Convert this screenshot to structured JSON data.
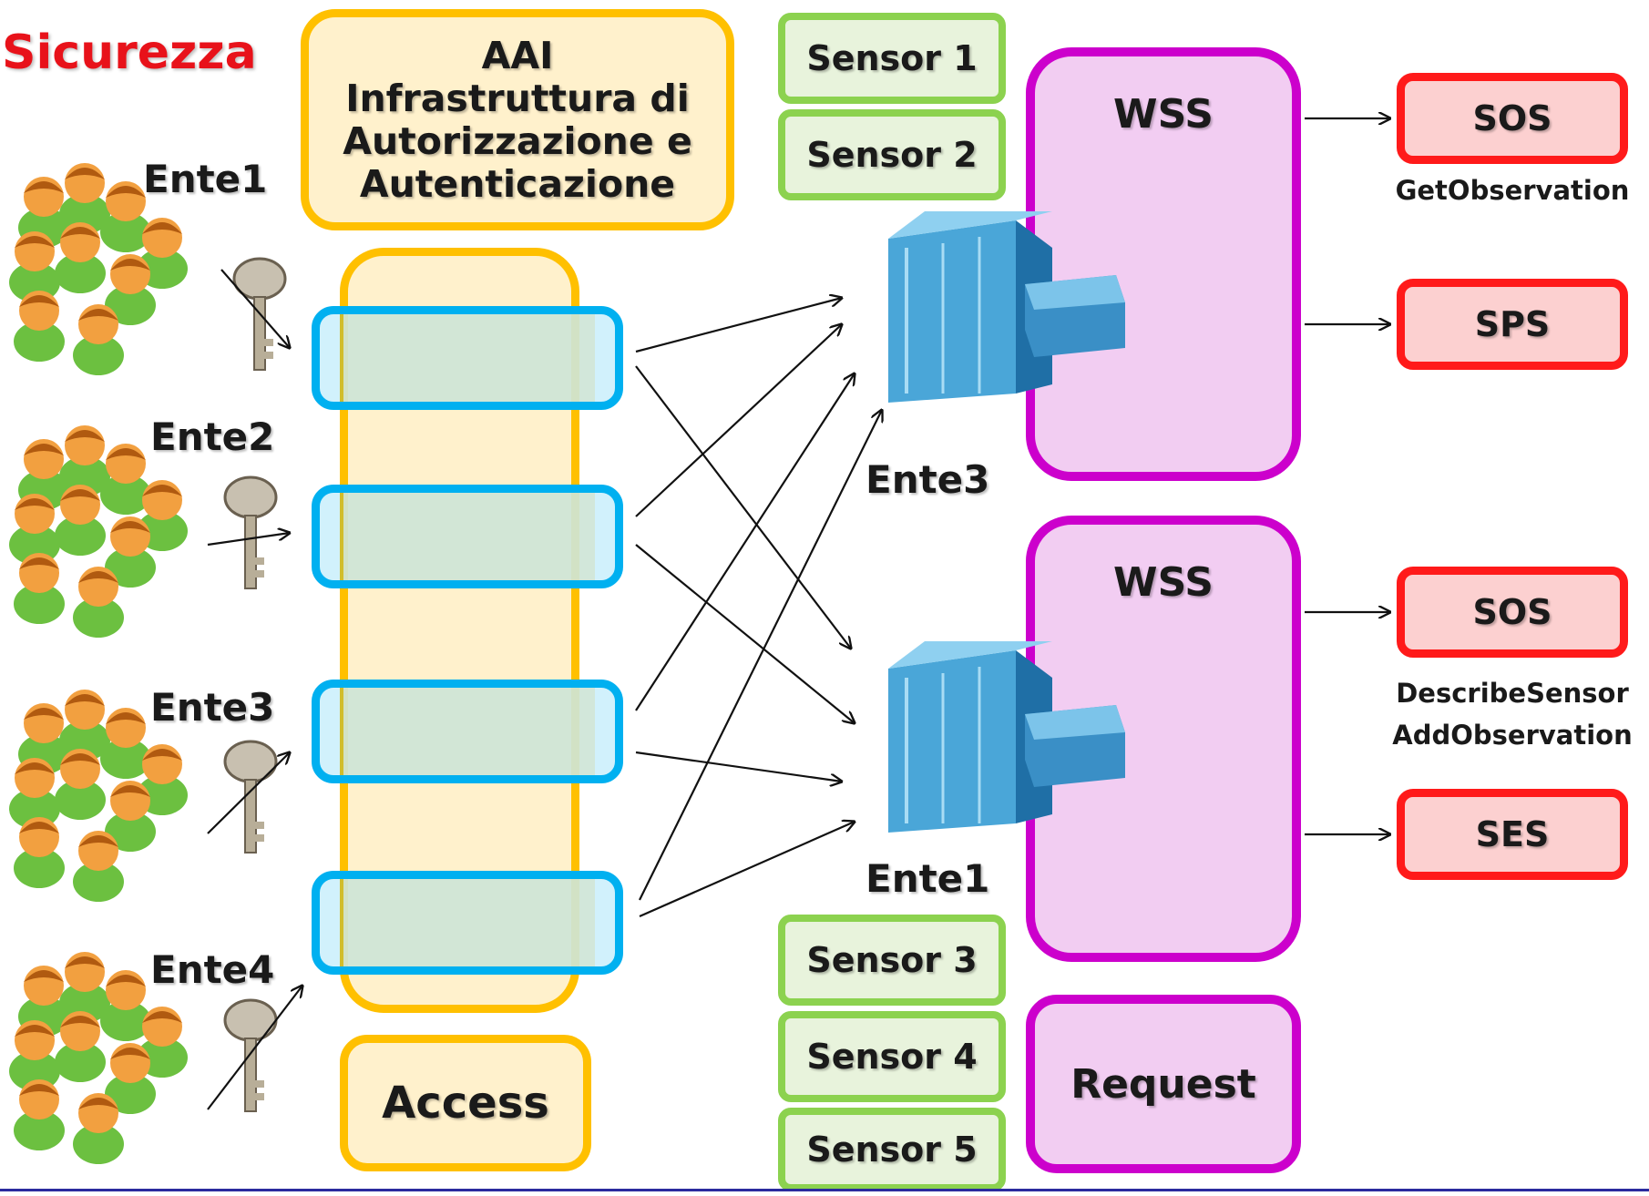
{
  "title": "Sicurezza",
  "aai": {
    "line1": "AAI",
    "line2": "Infrastruttura di",
    "line3": "Autorizzazione e",
    "line4": "Autenticazione"
  },
  "access_label": "Access",
  "user_groups": [
    {
      "label": "Ente1",
      "icon": "users-group-icon",
      "key_icon": "key-icon"
    },
    {
      "label": "Ente2",
      "icon": "users-group-icon",
      "key_icon": "key-icon"
    },
    {
      "label": "Ente3",
      "icon": "users-group-icon",
      "key_icon": "key-icon"
    },
    {
      "label": "Ente4",
      "icon": "users-group-icon",
      "key_icon": "key-icon"
    }
  ],
  "sensors": [
    "Sensor 1",
    "Sensor 2",
    "Sensor 3",
    "Sensor 4",
    "Sensor 5"
  ],
  "servers": [
    {
      "label": "Ente3",
      "icon": "server-icon"
    },
    {
      "label": "Ente1",
      "icon": "server-icon"
    }
  ],
  "wss": [
    {
      "title": "WSS"
    },
    {
      "title": "WSS"
    }
  ],
  "request_label": "Request",
  "services": [
    {
      "label": "SOS",
      "operations": [
        "GetObservation"
      ]
    },
    {
      "label": "SPS",
      "operations": []
    },
    {
      "label": "SOS",
      "operations": [
        "DescribeSensor",
        "AddObservation"
      ]
    },
    {
      "label": "SES",
      "operations": []
    }
  ],
  "colors": {
    "title": "#e8121a",
    "aai_border": "#ffc000",
    "aai_fill": "#fff1cc",
    "slot_border": "#00b0f0",
    "sensor_border": "#8cd24f",
    "sensor_fill": "#e8f3dc",
    "wss_border": "#cc00cc",
    "wss_fill": "#f2cdf2",
    "service_border": "#ff1a1a",
    "service_fill": "#fcd0d0"
  }
}
